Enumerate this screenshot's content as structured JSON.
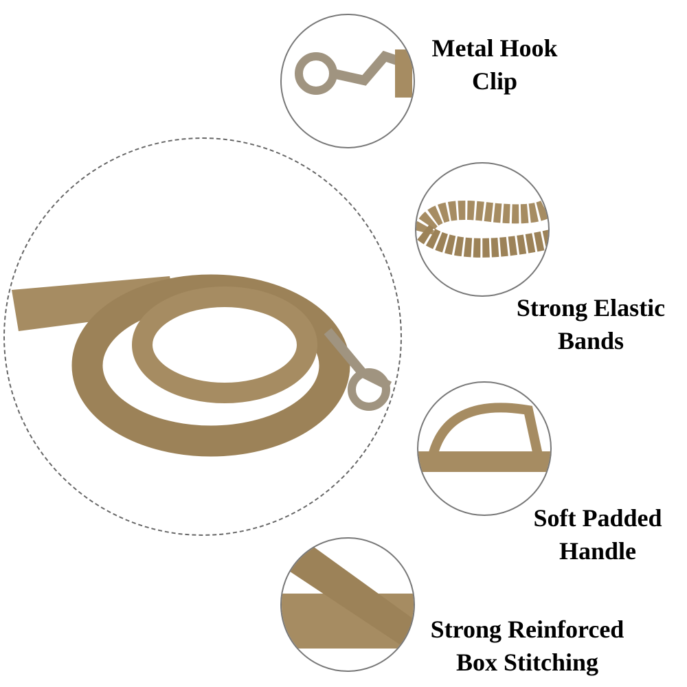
{
  "features": [
    {
      "label_line1": "Metal Hook",
      "label_line2": "Clip"
    },
    {
      "label_line1": "Strong Elastic",
      "label_line2": "Bands"
    },
    {
      "label_line1": "Soft Padded",
      "label_line2": "Handle"
    },
    {
      "label_line1": "Strong Reinforced",
      "label_line2": "Box Stitching"
    }
  ],
  "colors": {
    "strap": "#a68c62",
    "strap_dark": "#8a7048",
    "metal": "#a09480"
  }
}
